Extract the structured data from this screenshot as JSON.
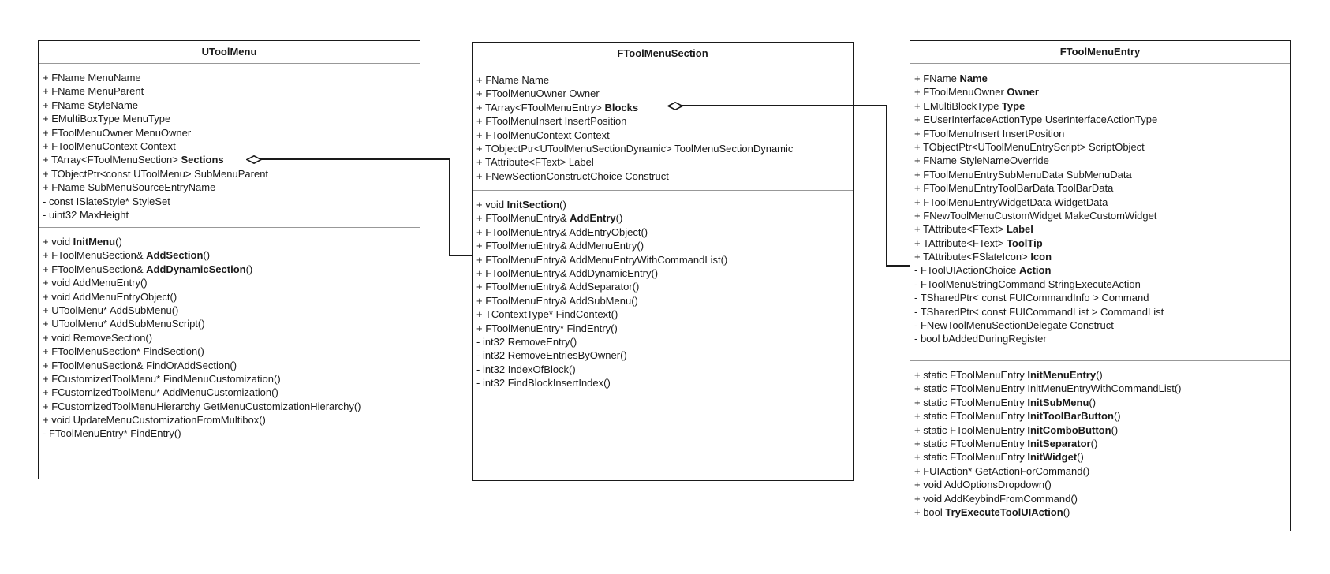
{
  "colors": {
    "background": "#ffffff",
    "box_border": "#1a1a1a",
    "separator": "#989898",
    "text": "#1a1a1a",
    "connector": "#1a1a1a",
    "diamond_fill": "#ffffff"
  },
  "classes": [
    {
      "name": "UToolMenu",
      "attributes": [
        {
          "t": "+ FName MenuName"
        },
        {
          "t": "+ FName MenuParent"
        },
        {
          "t": "+ FName StyleName"
        },
        {
          "t": "+ EMultiBoxType MenuType"
        },
        {
          "t": "+ FToolMenuOwner MenuOwner"
        },
        {
          "t": "+ FToolMenuContext Context"
        },
        {
          "t": "+ TArray<FToolMenuSection> ",
          "b": "Sections"
        },
        {
          "t": "+ TObjectPtr<const UToolMenu> SubMenuParent"
        },
        {
          "t": "+ FName SubMenuSourceEntryName"
        },
        {
          "t": "- const ISlateStyle* StyleSet"
        },
        {
          "t": "- uint32 MaxHeight"
        }
      ],
      "methods": [
        {
          "t": "+ void ",
          "b": "InitMenu",
          "s": "()"
        },
        {
          "t": "+ FToolMenuSection& ",
          "b": "AddSection",
          "s": "()"
        },
        {
          "t": "+ FToolMenuSection& ",
          "b": "AddDynamicSection",
          "s": "()"
        },
        {
          "t": "+ void AddMenuEntry()"
        },
        {
          "t": "+ void AddMenuEntryObject()"
        },
        {
          "t": "+ UToolMenu* AddSubMenu()"
        },
        {
          "t": "+ UToolMenu* AddSubMenuScript()"
        },
        {
          "t": "+ void RemoveSection()"
        },
        {
          "t": "+ FToolMenuSection* FindSection()"
        },
        {
          "t": "+ FToolMenuSection& FindOrAddSection()"
        },
        {
          "t": "+ FCustomizedToolMenu* FindMenuCustomization()"
        },
        {
          "t": "+ FCustomizedToolMenu* AddMenuCustomization()"
        },
        {
          "t": "+ FCustomizedToolMenuHierarchy GetMenuCustomizationHierarchy()"
        },
        {
          "t": "+ void UpdateMenuCustomizationFromMultibox()"
        },
        {
          "t": "- FToolMenuEntry* FindEntry()"
        }
      ]
    },
    {
      "name": "FToolMenuSection",
      "attributes": [
        {
          "t": "+ FName Name"
        },
        {
          "t": "+ FToolMenuOwner Owner"
        },
        {
          "t": "+ TArray<FToolMenuEntry> ",
          "b": "Blocks"
        },
        {
          "t": "+ FToolMenuInsert InsertPosition"
        },
        {
          "t": "+ FToolMenuContext Context"
        },
        {
          "t": "+ TObjectPtr<UToolMenuSectionDynamic> ToolMenuSectionDynamic"
        },
        {
          "t": "+ TAttribute<FText> Label"
        },
        {
          "t": "+ FNewSectionConstructChoice Construct"
        }
      ],
      "methods": [
        {
          "t": "+ void ",
          "b": "InitSection",
          "s": "()"
        },
        {
          "t": "+ FToolMenuEntry& ",
          "b": "AddEntry",
          "s": "()"
        },
        {
          "t": "+ FToolMenuEntry& AddEntryObject()"
        },
        {
          "t": "+ FToolMenuEntry& AddMenuEntry()"
        },
        {
          "t": "+ FToolMenuEntry& AddMenuEntryWithCommandList()"
        },
        {
          "t": "+ FToolMenuEntry& AddDynamicEntry()"
        },
        {
          "t": "+ FToolMenuEntry& AddSeparator()"
        },
        {
          "t": "+ FToolMenuEntry& AddSubMenu()"
        },
        {
          "t": "+ TContextType* FindContext()"
        },
        {
          "t": "+ FToolMenuEntry* FindEntry()"
        },
        {
          "t": "- int32 RemoveEntry()"
        },
        {
          "t": "- int32 RemoveEntriesByOwner()"
        },
        {
          "t": "- int32 IndexOfBlock()"
        },
        {
          "t": "- int32 FindBlockInsertIndex()"
        }
      ]
    },
    {
      "name": "FToolMenuEntry",
      "attributes": [
        {
          "t": "+ FName ",
          "b": "Name"
        },
        {
          "t": "+ FToolMenuOwner ",
          "b": "Owner"
        },
        {
          "t": "+ EMultiBlockType ",
          "b": "Type"
        },
        {
          "t": "+ EUserInterfaceActionType UserInterfaceActionType"
        },
        {
          "t": "+ FToolMenuInsert InsertPosition"
        },
        {
          "t": "+ TObjectPtr<UToolMenuEntryScript> ScriptObject"
        },
        {
          "t": "+ FName StyleNameOverride"
        },
        {
          "t": "+ FToolMenuEntrySubMenuData SubMenuData"
        },
        {
          "t": "+ FToolMenuEntryToolBarData ToolBarData"
        },
        {
          "t": "+ FToolMenuEntryWidgetData WidgetData"
        },
        {
          "t": "+ FNewToolMenuCustomWidget MakeCustomWidget"
        },
        {
          "t": "+ TAttribute<FText> ",
          "b": "Label"
        },
        {
          "t": "+ TAttribute<FText> ",
          "b": "ToolTip"
        },
        {
          "t": "+ TAttribute<FSlateIcon> ",
          "b": "Icon"
        },
        {
          "t": "- FToolUIActionChoice ",
          "b": "Action"
        },
        {
          "t": "- FToolMenuStringCommand StringExecuteAction"
        },
        {
          "t": "- TSharedPtr< const FUICommandInfo > Command"
        },
        {
          "t": "- TSharedPtr< const FUICommandList > CommandList"
        },
        {
          "t": "- FNewToolMenuSectionDelegate Construct"
        },
        {
          "t": "- bool bAddedDuringRegister"
        }
      ],
      "methods": [
        {
          "t": "+ static FToolMenuEntry ",
          "b": "InitMenuEntry",
          "s": "()"
        },
        {
          "t": "+ static FToolMenuEntry InitMenuEntryWithCommandList()"
        },
        {
          "t": "+ static FToolMenuEntry ",
          "b": "InitSubMenu",
          "s": "()"
        },
        {
          "t": "+ static FToolMenuEntry ",
          "b": "InitToolBarButton",
          "s": "()"
        },
        {
          "t": "+ static FToolMenuEntry ",
          "b": "InitComboButton",
          "s": "()"
        },
        {
          "t": "+ static FToolMenuEntry ",
          "b": "InitSeparator",
          "s": "()"
        },
        {
          "t": "+ static FToolMenuEntry ",
          "b": "InitWidget",
          "s": "()"
        },
        {
          "t": "+ FUIAction* GetActionForCommand()"
        },
        {
          "t": "+ void AddOptionsDropdown()"
        },
        {
          "t": "+ void AddKeybindFromCommand()"
        },
        {
          "t": "+ bool ",
          "b": "TryExecuteToolUIAction",
          "s": "()"
        }
      ]
    }
  ],
  "relationships": [
    {
      "type": "aggregation",
      "from": "UToolMenu",
      "from_member": "Sections",
      "to": "FToolMenuSection"
    },
    {
      "type": "aggregation",
      "from": "FToolMenuSection",
      "from_member": "Blocks",
      "to": "FToolMenuEntry"
    }
  ]
}
